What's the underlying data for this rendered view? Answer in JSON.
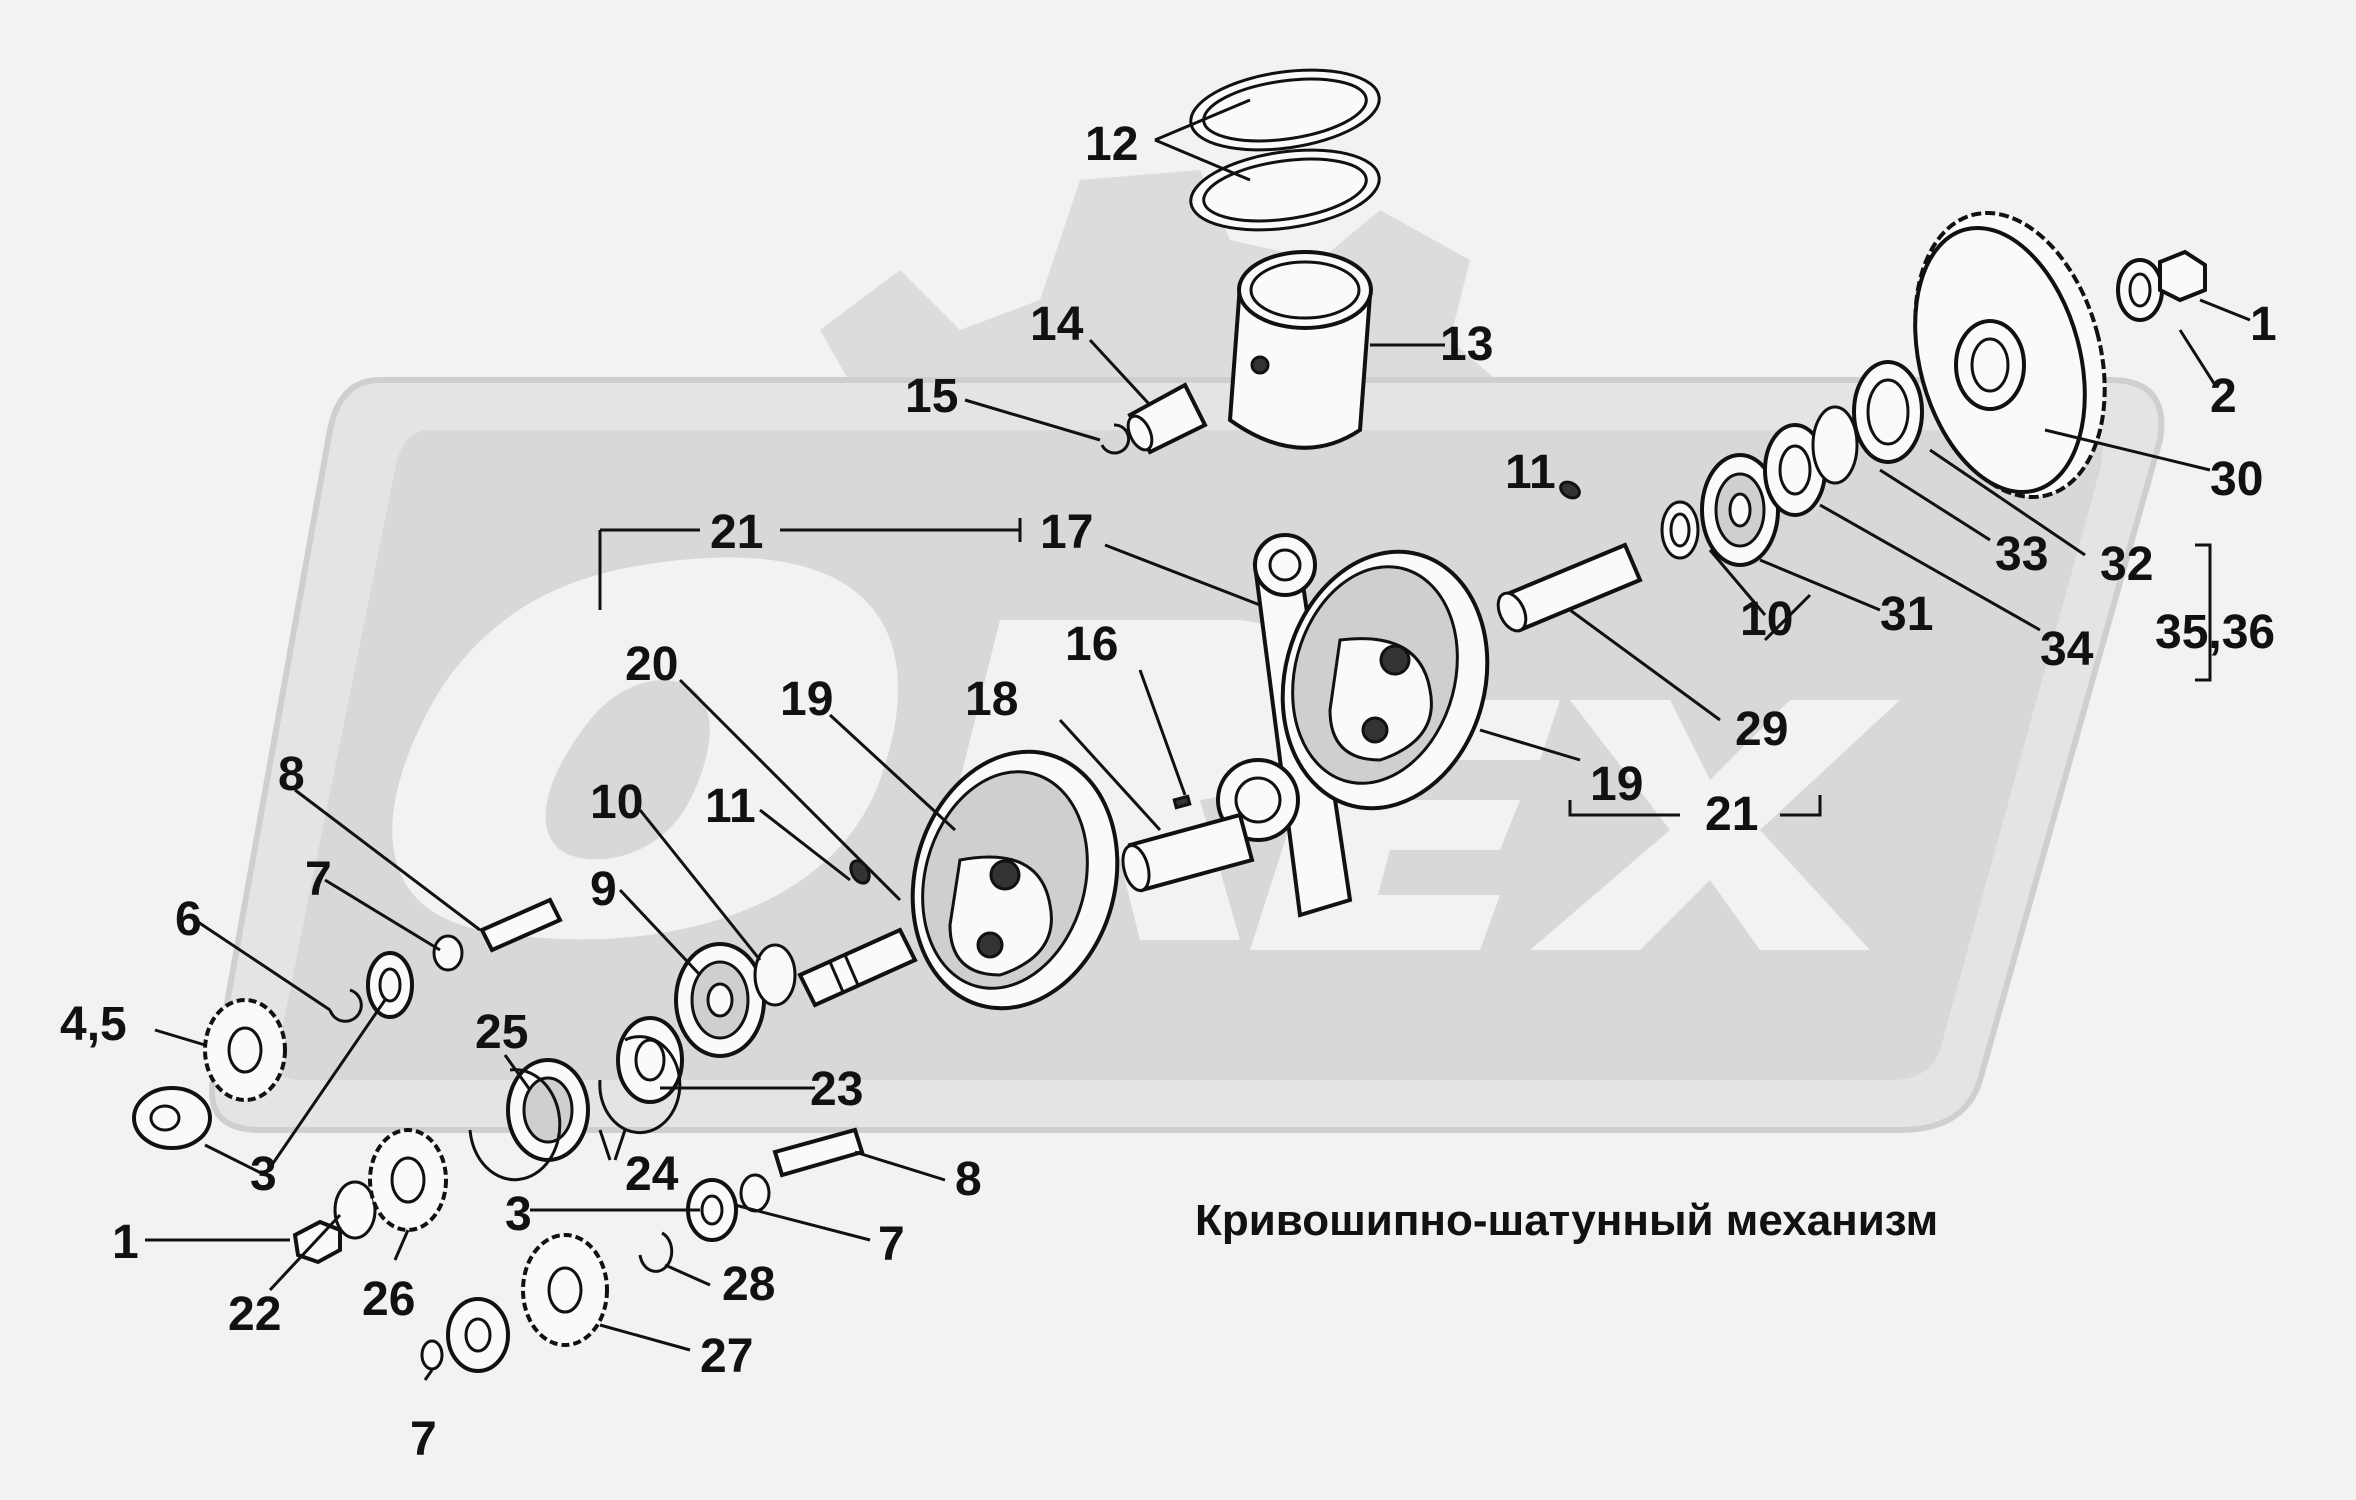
{
  "title": "Кривошипно-шатунный механизм",
  "callouts": {
    "c12": "12",
    "c13": "13",
    "c14": "14",
    "c15": "15",
    "c1_top": "1",
    "c2": "2",
    "c30": "30",
    "c32": "32",
    "c33": "33",
    "c34": "34",
    "c31": "31",
    "c10_right": "10",
    "c35_36": "35,36",
    "c11_top": "11",
    "c17": "17",
    "c21_top": "21",
    "c29": "29",
    "c19_right": "19",
    "c21_right": "21",
    "c16": "16",
    "c18": "18",
    "c19_left": "19",
    "c20": "20",
    "c10_left": "10",
    "c11_left": "11",
    "c8_top": "8",
    "c7_top": "7",
    "c6": "6",
    "c9": "9",
    "c4_5": "4,5",
    "c25": "25",
    "c23": "23",
    "c3_a": "3",
    "c24": "24",
    "c8_bot": "8",
    "c3_b": "3",
    "c1_bot": "1",
    "c7_mid": "7",
    "c28": "28",
    "c22": "22",
    "c26": "26",
    "c27": "27",
    "c7_bot": "7"
  },
  "colors": {
    "background": "#f2f2f0",
    "watermark": "#d6d6d4",
    "ink": "#111111"
  }
}
